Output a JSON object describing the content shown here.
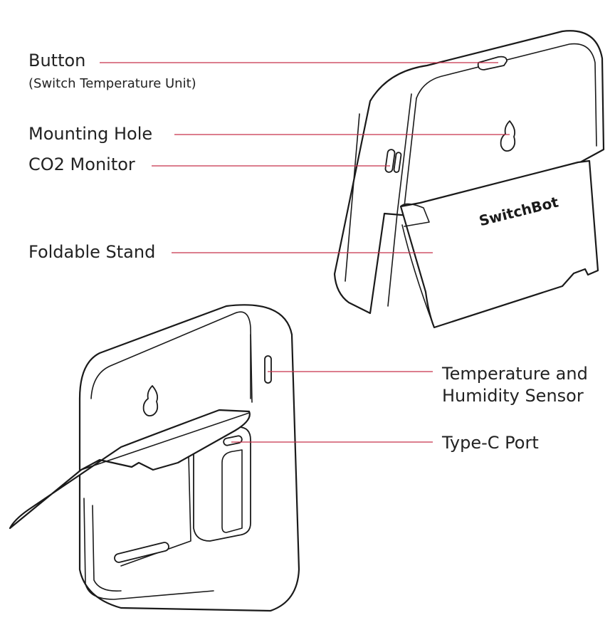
{
  "labels": {
    "button": "Button",
    "button_sub": "(Switch Temperature Unit)",
    "mounting_hole": "Mounting Hole",
    "co2_monitor": "CO2 Monitor",
    "foldable_stand": "Foldable Stand",
    "temp_sensor": "Temperature and Humidity Sensor",
    "type_c": "Type-C Port"
  },
  "brand_text": "SwitchBot",
  "colors": {
    "leader": "#c8324b",
    "outline": "#1a1a1a",
    "text": "#222222"
  }
}
